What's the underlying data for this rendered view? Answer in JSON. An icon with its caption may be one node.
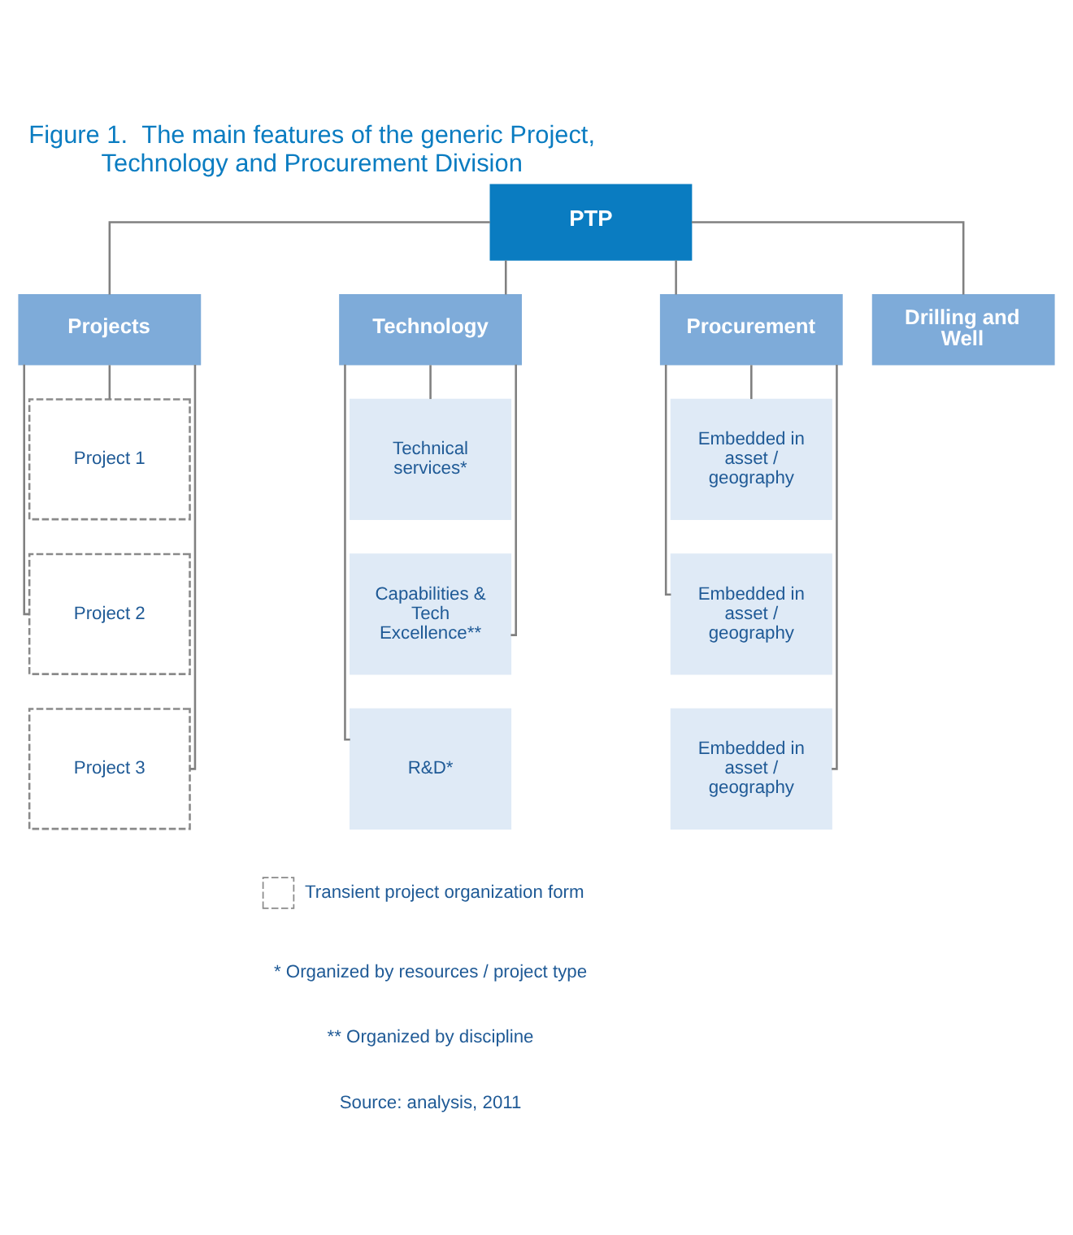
{
  "diagram": {
    "title": "Figure 1.  The main features of the generic Project, Technology and Procurement Division",
    "nodes": [
      {
        "text": [
          "PTP"
        ]
      },
      {
        "text": [
          "Projects"
        ]
      },
      {
        "text": [
          "Technology"
        ]
      },
      {
        "text": [
          "Procurement"
        ]
      },
      {
        "text": [
          "Drilling and Well"
        ]
      },
      {
        "text": [
          "Project 1"
        ]
      },
      {
        "text": [
          "Project 2"
        ]
      },
      {
        "text": [
          "Project 3"
        ]
      },
      {
        "text": [
          "Technical services*"
        ]
      },
      {
        "text": [
          "Capabilities & Tech Excellence**"
        ]
      },
      {
        "text": [
          "R&D*"
        ]
      },
      {
        "text": [
          "Embedded in asset / geography"
        ]
      },
      {
        "text": [
          "Embedded in asset / geography"
        ]
      },
      {
        "text": [
          "Embedded in asset / geography"
        ]
      }
    ],
    "edges": [
      {
        "from": 0,
        "to": 1,
        "arrow": "none"
      },
      {
        "from": 0,
        "to": 2,
        "arrow": "none"
      },
      {
        "from": 0,
        "to": 3,
        "arrow": "none"
      },
      {
        "from": 0,
        "to": 4,
        "arrow": "none"
      },
      {
        "from": 1,
        "to": 5,
        "arrow": "none"
      },
      {
        "from": 1,
        "to": 6,
        "arrow": "none"
      },
      {
        "from": 1,
        "to": 7,
        "arrow": "none"
      },
      {
        "from": 2,
        "to": 8,
        "arrow": "none"
      },
      {
        "from": 2,
        "to": 9,
        "arrow": "none"
      },
      {
        "from": 2,
        "to": 10,
        "arrow": "none"
      },
      {
        "from": 3,
        "to": 11,
        "arrow": "none"
      },
      {
        "from": 3,
        "to": 12,
        "arrow": "none"
      },
      {
        "from": 3,
        "to": 13,
        "arrow": "none"
      }
    ],
    "labels": [
      "* Organized by resources / project type",
      "** Organized by discipline",
      "Source: analysis, 2011"
    ],
    "legend": [
      {
        "text": "Transient project organization form"
      }
    ]
  }
}
